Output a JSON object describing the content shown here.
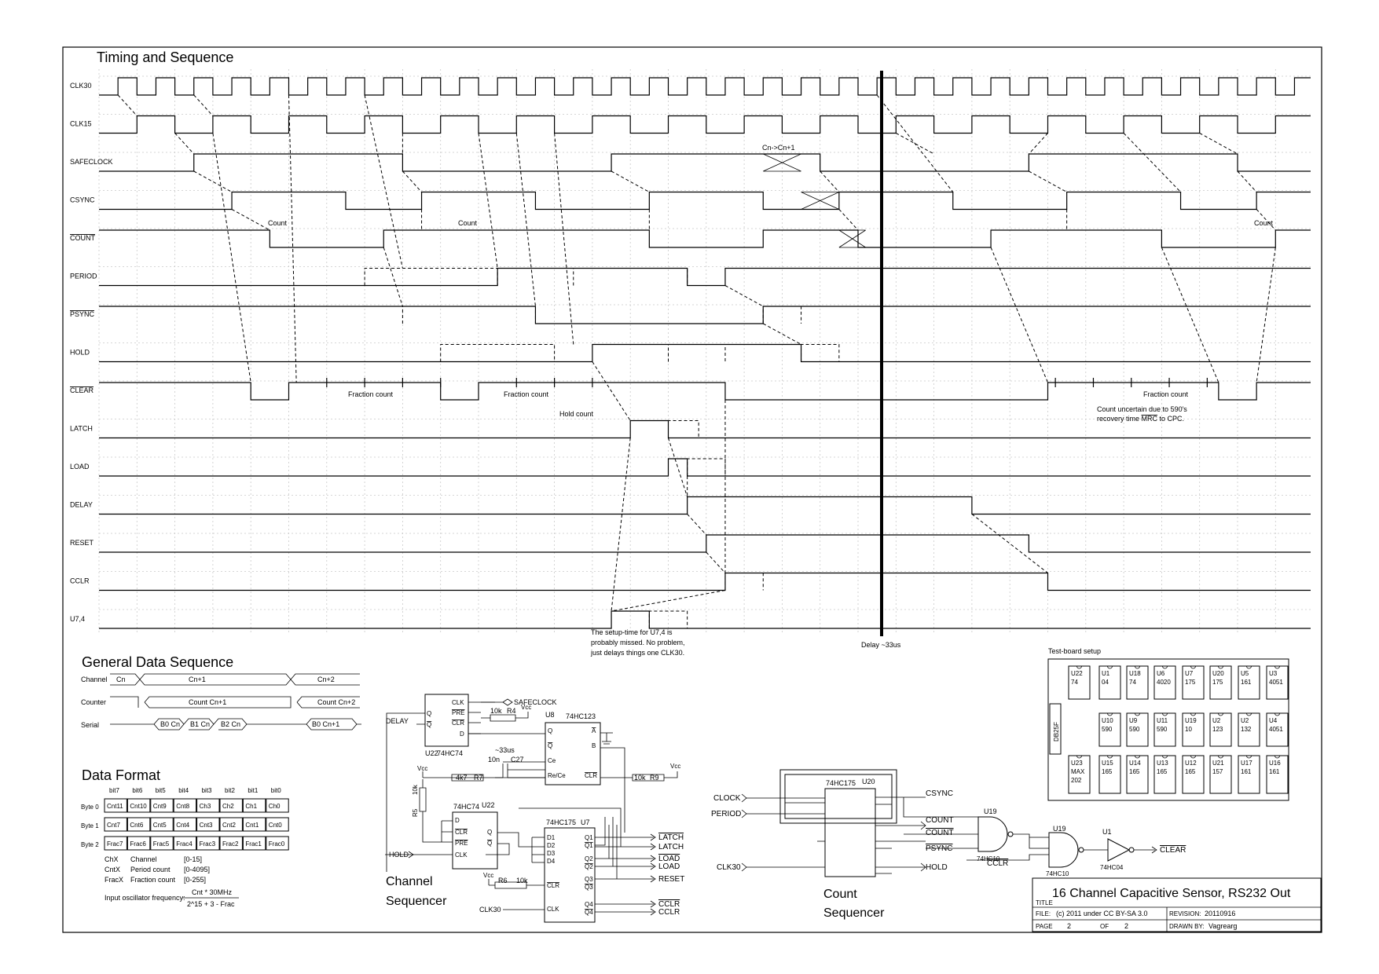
{
  "timing": {
    "title": "Timing and Sequence",
    "signals": [
      {
        "key": "CLK30",
        "label": "CLK30",
        "overbar": false
      },
      {
        "key": "CLK15",
        "label": "CLK15",
        "overbar": false
      },
      {
        "key": "SAFECLOCK",
        "label": "SAFECLOCK",
        "overbar": false
      },
      {
        "key": "CSYNC",
        "label": "CSYNC",
        "overbar": false
      },
      {
        "key": "COUNT",
        "label": "COUNT",
        "overbar": true
      },
      {
        "key": "PERIOD",
        "label": "PERIOD",
        "overbar": false
      },
      {
        "key": "PSYNC",
        "label": "PSYNC",
        "overbar": true
      },
      {
        "key": "HOLD",
        "label": "HOLD",
        "overbar": false
      },
      {
        "key": "CLEAR",
        "label": "CLEAR",
        "overbar": true
      },
      {
        "key": "LATCH",
        "label": "LATCH",
        "overbar": false
      },
      {
        "key": "LOAD",
        "label": "LOAD",
        "overbar": false
      },
      {
        "key": "DELAY",
        "label": "DELAY",
        "overbar": false
      },
      {
        "key": "RESET",
        "label": "RESET",
        "overbar": false
      },
      {
        "key": "CCLR",
        "label": "CCLR",
        "overbar": false
      },
      {
        "key": "U7_4",
        "label": "U7,4",
        "overbar": false
      }
    ],
    "annotations": {
      "count_left": "Count",
      "count_mid": "Count",
      "count_right": "Count",
      "cn_transition": "Cn->Cn+1",
      "fraction_count_1": "Fraction count",
      "fraction_count_2": "Fraction count",
      "fraction_count_3": "Fraction count",
      "hold_count": "Hold count",
      "uncertain_1": "Count uncertain due to 590's",
      "uncertain_2a": "recovery time ",
      "uncertain_2b": "MRC",
      "uncertain_2c": " to CPC.",
      "setup_1": "The setup-time for U7,4 is",
      "setup_2": "probably missed. No problem,",
      "setup_3": "just delays things one CLK30.",
      "delay_note": "Delay ~33us"
    }
  },
  "general_sequence": {
    "title": "General Data Sequence",
    "rows": [
      "Channel",
      "Counter",
      "Serial"
    ],
    "channel": [
      "Cn",
      "Cn+1",
      "Cn+2"
    ],
    "counter": [
      "Count Cn+1",
      "Count Cn+2"
    ],
    "serial": [
      "B0 Cn",
      "B1 Cn",
      "B2 Cn",
      "B0 Cn+1"
    ]
  },
  "data_format": {
    "title": "Data Format",
    "bits": [
      "bit7",
      "bit6",
      "bit5",
      "bit4",
      "bit3",
      "bit2",
      "bit1",
      "bit0"
    ],
    "rows": [
      {
        "label": "Byte 0",
        "cells": [
          "Cnt11",
          "Cnt10",
          "Cnt9",
          "Cnt8",
          "Ch3",
          "Ch2",
          "Ch1",
          "Ch0"
        ]
      },
      {
        "label": "Byte 1",
        "cells": [
          "Cnt7",
          "Cnt6",
          "Cnt5",
          "Cnt4",
          "Cnt3",
          "Cnt2",
          "Cnt1",
          "Cnt0"
        ]
      },
      {
        "label": "Byte 2",
        "cells": [
          "Frac7",
          "Frac6",
          "Frac5",
          "Frac4",
          "Frac3",
          "Frac2",
          "Frac1",
          "Frac0"
        ]
      }
    ],
    "legend": [
      {
        "sym": "ChX",
        "name": "Channel",
        "range": "[0-15]"
      },
      {
        "sym": "CntX",
        "name": "Period count",
        "range": "[0-4095]"
      },
      {
        "sym": "FracX",
        "name": "Fraction count",
        "range": "[0-255]"
      }
    ],
    "formula_label": "Input oscillator frequency:",
    "formula_num": "Cnt * 30MHz",
    "formula_den": "2^15 + 3 - Frac"
  },
  "channel_seq": {
    "title1": "Channel",
    "title2": "Sequencer",
    "u22a": "U22",
    "u22a_part": "74HC74",
    "u8": "U8",
    "u8_part": "74HC123",
    "u22b": "U22",
    "u22b_part": "74HC74",
    "u7": "U7",
    "u7_part": "74HC175",
    "r4": "R4",
    "r4_val": "10k",
    "r7": "R7",
    "r7_val": "4k7",
    "r5": "R5",
    "r5_val": "10k",
    "r6": "R6",
    "r6_val": "10k",
    "r9": "R9",
    "r9_val": "10k",
    "c27": "C27",
    "c27_val": "10n",
    "time": "~33us",
    "vcc": "Vcc",
    "in_delay": "DELAY",
    "in_hold": "HOLD",
    "in_clk30": "CLK30",
    "out_safeclock": "SAFECLOCK",
    "out_latch": "LATCH",
    "out_latchn": "LATCH",
    "out_load": "LOAD",
    "out_loadn": "LOAD",
    "out_reset": "RESET",
    "out_cclr": "CCLR",
    "out_cclrn": "CCLR",
    "pins_u22a": {
      "q": "Q",
      "qn": "Q",
      "clk": "CLK",
      "pre": "PRE",
      "clr": "CLR",
      "d": "D"
    },
    "pins_u8": {
      "q": "Q",
      "qn": "Q",
      "a": "A",
      "b": "B",
      "ce": "Ce",
      "rece": "Re/Ce",
      "clr": "CLR"
    },
    "pins_u7": {
      "d1": "D1",
      "d2": "D2",
      "d3": "D3",
      "d4": "D4",
      "clr": "CLR",
      "clk": "CLK",
      "q1": "Q1",
      "q1n": "Q1",
      "q2": "Q2",
      "q2n": "Q2",
      "q3": "Q3",
      "q3n": "Q3",
      "q4": "Q4",
      "q4n": "Q4"
    }
  },
  "count_seq": {
    "title1": "Count",
    "title2": "Sequencer",
    "u20": "U20",
    "u20_part": "74HC175",
    "u19a": "U19",
    "u19a_part": "74HC10",
    "u19b": "U19",
    "u19b_part": "74HC10",
    "u1": "U1",
    "u1_part": "74HC04",
    "in_clock": "CLOCK",
    "in_period": "PERIOD",
    "in_clk30": "CLK30",
    "out_csync": "CSYNC",
    "out_count": "COUNT",
    "out_countn": "COUNT",
    "out_psync": "PSYNC",
    "out_hold": "HOLD",
    "in_cclr": "CCLR",
    "out_clear": "CLEAR"
  },
  "testboard": {
    "title": "Test-board setup",
    "db": "DB25F",
    "row1": [
      [
        "U22",
        "74"
      ],
      [
        "U1",
        "04"
      ],
      [
        "U18",
        "74"
      ],
      [
        "U6",
        "4020"
      ],
      [
        "U7",
        "175"
      ],
      [
        "U20",
        "175"
      ],
      [
        "U5",
        "161"
      ],
      [
        "U3",
        "4051"
      ]
    ],
    "row2": [
      [
        "U10",
        "590"
      ],
      [
        "U9",
        "590"
      ],
      [
        "U11",
        "590"
      ],
      [
        "U19",
        "10"
      ],
      [
        "U2",
        "123"
      ],
      [
        "U2",
        "132"
      ],
      [
        "U4",
        "4051"
      ]
    ],
    "row3": [
      [
        "U23",
        "MAX",
        "202"
      ],
      [
        "U15",
        "165"
      ],
      [
        "U14",
        "165"
      ],
      [
        "U13",
        "165"
      ],
      [
        "U12",
        "165"
      ],
      [
        "U21",
        "157"
      ],
      [
        "U17",
        "161"
      ],
      [
        "U16",
        "161"
      ]
    ]
  },
  "titleblock": {
    "title": "16 Channel Capacitive Sensor, RS232 Out",
    "title_label": "TITLE",
    "file_label": "FILE:",
    "file": "(c) 2011 under CC BY-SA 3.0",
    "revision_label": "REVISION:",
    "revision": "20110916",
    "page_label": "PAGE",
    "page": "2",
    "of_label": "OF",
    "of": "2",
    "drawn_label": "DRAWN BY:",
    "drawn": "Vagrearg"
  }
}
